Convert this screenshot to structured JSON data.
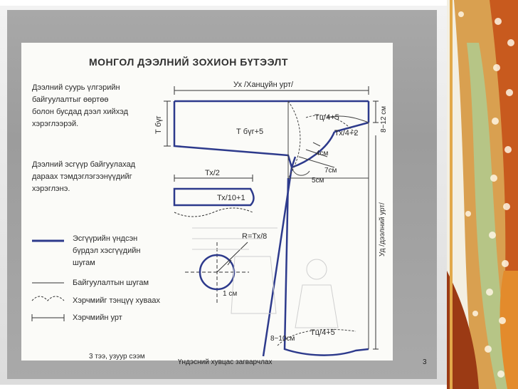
{
  "slide": {
    "title": "МОНГОЛ ДЭЭЛНИЙ ЗОХИОН БҮТЭЭЛТ",
    "intro_text": [
      "Дээлний суурь үлгэрийн",
      "байгуулалтыг өөртөө",
      "болон бусдад дээл хийхэд",
      "хэрэглээрэй."
    ],
    "second_text": [
      "Дээлний эсгүүр байгуулахад",
      "дараах тэмдэглэгээнүүдийг",
      "хэрэглэнэ."
    ],
    "legend": [
      {
        "label_lines": [
          "Эсгүүрийн үндсэн",
          "бүрдэл хэсгүүдийн",
          "шугам"
        ]
      },
      {
        "label_lines": [
          "Байгуулалтын шугам"
        ]
      },
      {
        "label_lines": [
          "Хэрчмийг тэнцүү хуваах"
        ]
      },
      {
        "label_lines": [
          "Хэрчмийн урт"
        ]
      }
    ],
    "diagram_labels": {
      "top_width": "Ух /Ханцуйн урт/",
      "t_bug": "Т бүг",
      "t_bug_plus": "Т бүг+5",
      "tc4_5_top": "Тц/4+5",
      "tx4_2": "Тх/4+2",
      "four_cm": "4см",
      "seven_cm": "7см",
      "five_cm": "5см",
      "eight_twelve": "8~12 см",
      "ud_length": "Уд /дээлний урт/",
      "tx_2": "Тх/2",
      "tx_10_1": "Тх/10+1",
      "r_label": "R=Тх/8",
      "one_cm": "1 см",
      "eight_ten": "8~10см",
      "tc4_5_bottom": "Тц/4+5",
      "bottom_cut": "3 тээ, узуур сээм"
    },
    "footer_text": "Үндэсний хувцас загварчлах",
    "page_number": "3"
  },
  "colors": {
    "line_blue": "#2d3a8c",
    "text_dark": "#2a2a2a",
    "paper": "#fbfbf8",
    "frame_gray": "#a3a3a3",
    "orange_band": "#e48a2a",
    "green_band": "#a7b86a"
  }
}
